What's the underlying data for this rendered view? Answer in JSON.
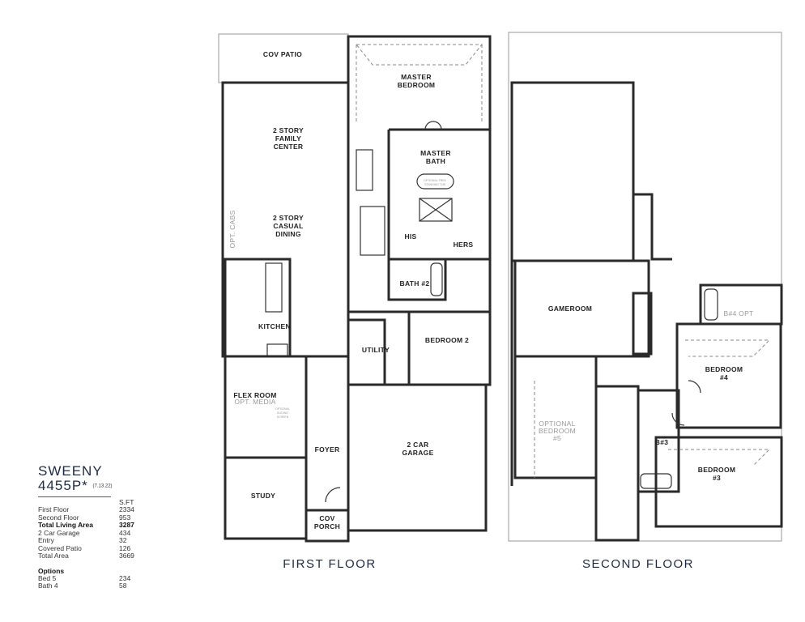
{
  "plan": {
    "name": "SWEENY",
    "code": "4455P*",
    "date": "(7.13.22)",
    "sqft_header": "S.FT",
    "areas": [
      {
        "label": "First Floor",
        "value": "2334",
        "bold": false
      },
      {
        "label": "Second Floor",
        "value": "953",
        "bold": false
      },
      {
        "label": "Total Living Area",
        "value": "3287",
        "bold": true
      },
      {
        "label": "2 Car Garage",
        "value": "434",
        "bold": false
      },
      {
        "label": "Entry",
        "value": "32",
        "bold": false
      },
      {
        "label": "Covered Patio",
        "value": "126",
        "bold": false
      },
      {
        "label": "Total Area",
        "value": "3669",
        "bold": false
      }
    ],
    "options_title": "Options",
    "options": [
      {
        "label": "Bed 5",
        "value": "234"
      },
      {
        "label": "Bath 4",
        "value": "58"
      }
    ]
  },
  "first_floor": {
    "title": "FIRST FLOOR",
    "rooms": {
      "cov_patio": "COV PATIO",
      "master_bedroom": [
        "MASTER",
        "BEDROOM"
      ],
      "master_bath": [
        "MASTER",
        "BATH"
      ],
      "tub_note": [
        "OPTIONAL FREE",
        "STANDING TUB"
      ],
      "family": [
        "2 STORY",
        "FAMILY",
        "CENTER"
      ],
      "dining": [
        "2 STORY",
        "CASUAL",
        "DINING"
      ],
      "opt_cabs": "OPT. CABS",
      "his": "HIS",
      "hers": "HERS",
      "bath2": "BATH #2",
      "kitchen": "KITCHEN",
      "utility": "UTILITY",
      "bedroom2": "BEDROOM 2",
      "flex": "FLEX ROOM",
      "flex_opt": "OPT. MEDIA",
      "flex_note": [
        "OPTIONAL",
        "SLIDING",
        "SCREEN"
      ],
      "foyer": "FOYER",
      "garage": [
        "2 CAR",
        "GARAGE"
      ],
      "study": "STUDY",
      "porch": [
        "COV",
        "PORCH"
      ]
    }
  },
  "second_floor": {
    "title": "SECOND FLOOR",
    "rooms": {
      "gameroom": "GAMEROOM",
      "b4opt": "B#4 OPT",
      "bedroom4": [
        "BEDROOM",
        "#4"
      ],
      "bedroom5": [
        "OPTIONAL",
        "BEDROOM",
        "#5"
      ],
      "b3": "B#3",
      "bedroom3": [
        "BEDROOM",
        "#3"
      ]
    }
  },
  "colors": {
    "title": "#1d2a44",
    "wall": "#2a2a2a",
    "optional": "#999999"
  }
}
